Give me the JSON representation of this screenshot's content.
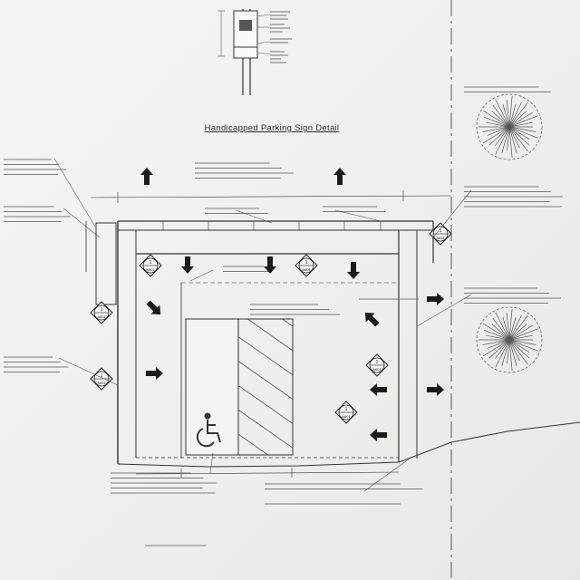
{
  "detail_title": "Handicapped Parking Sign Detail",
  "section_marker": {
    "number": "1",
    "sheet": "A601"
  },
  "colors": {
    "ink": "#2b2b2b",
    "paper": "#f1f1ef"
  },
  "icons": [
    "arrow-up-icon",
    "arrow-down-icon",
    "arrow-right-icon",
    "arrow-left-icon",
    "wheelchair-icon",
    "tree-icon",
    "handicap-sign-icon"
  ]
}
